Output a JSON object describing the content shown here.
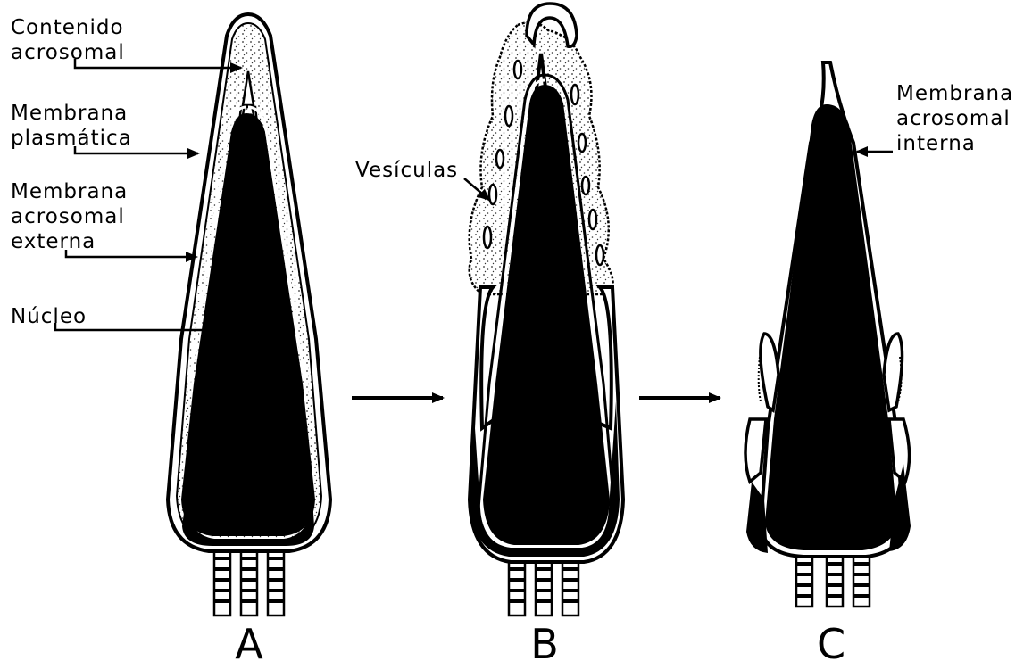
{
  "labels": {
    "contenido_1": "Contenido",
    "contenido_2": "acrosomal",
    "plasmatica_1": "Membrana",
    "plasmatica_2": "plasmática",
    "externa_1": "Membrana",
    "externa_2": "acrosomal",
    "externa_3": "externa",
    "nucleo": "Núcleo",
    "vesiculas": "Vesículas",
    "interna_1": "Membrana",
    "interna_2": "acrosomal",
    "interna_3": "interna"
  },
  "panels": [
    "A",
    "B",
    "C"
  ],
  "colors": {
    "ink": "#000000",
    "paper": "#ffffff",
    "stipple": "#333333"
  }
}
